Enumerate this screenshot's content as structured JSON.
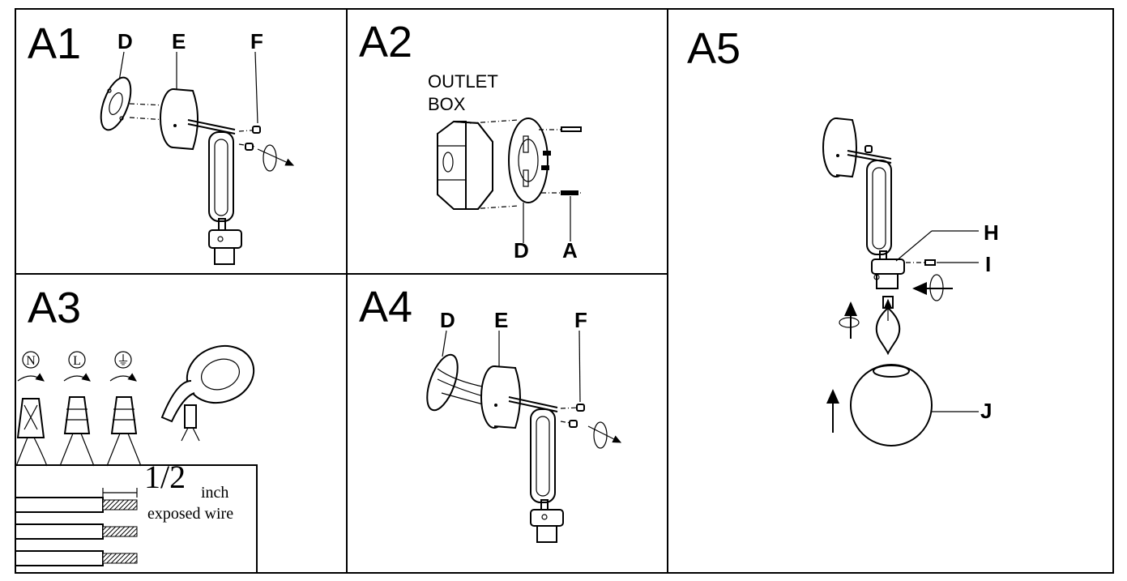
{
  "panels": {
    "a1": {
      "step": "A1",
      "labels": [
        "D",
        "E",
        "F"
      ]
    },
    "a2": {
      "step": "A2",
      "outlet_line1": "OUTLET",
      "outlet_line2": "BOX",
      "labels": [
        "D",
        "A"
      ]
    },
    "a3": {
      "step": "A3",
      "wire_symbols": [
        "N",
        "L",
        "⏚"
      ],
      "fraction": "1/2",
      "unit": "inch",
      "note": "exposed wire"
    },
    "a4": {
      "step": "A4",
      "labels": [
        "D",
        "E",
        "F"
      ]
    },
    "a5": {
      "step": "A5",
      "labels": [
        "H",
        "I",
        "J"
      ]
    }
  }
}
